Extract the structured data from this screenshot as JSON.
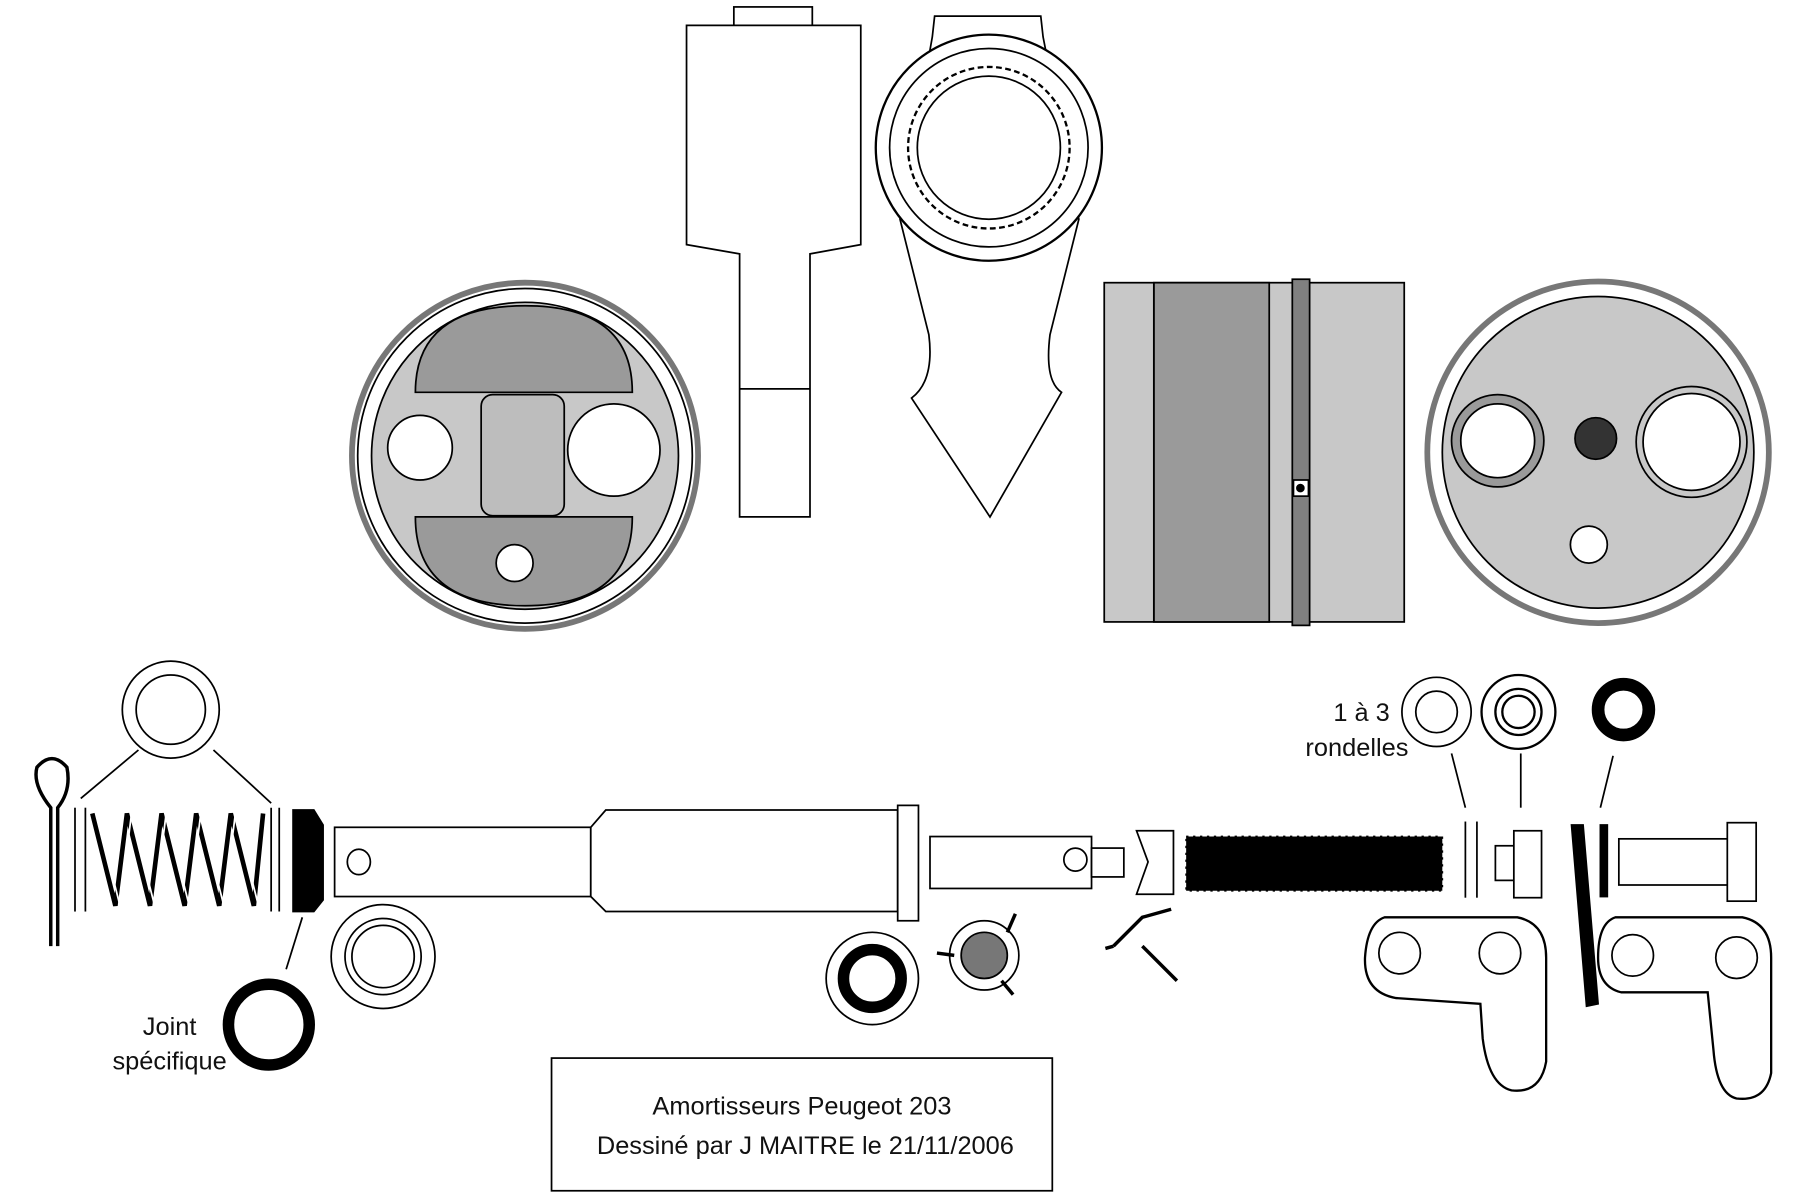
{
  "title_box": {
    "line1": "Amortisseurs Peugeot 203",
    "line2": "Dessiné par J MAITRE le 21/11/2006"
  },
  "labels": {
    "washers_count": "1 à 3",
    "washers": "rondelles",
    "joint_1": "Joint",
    "joint_2": "spécifique"
  },
  "colors": {
    "light_gray": "#c8c8c8",
    "mid_gray": "#9a9a9a",
    "dark_gray": "#808080",
    "black": "#000000"
  }
}
